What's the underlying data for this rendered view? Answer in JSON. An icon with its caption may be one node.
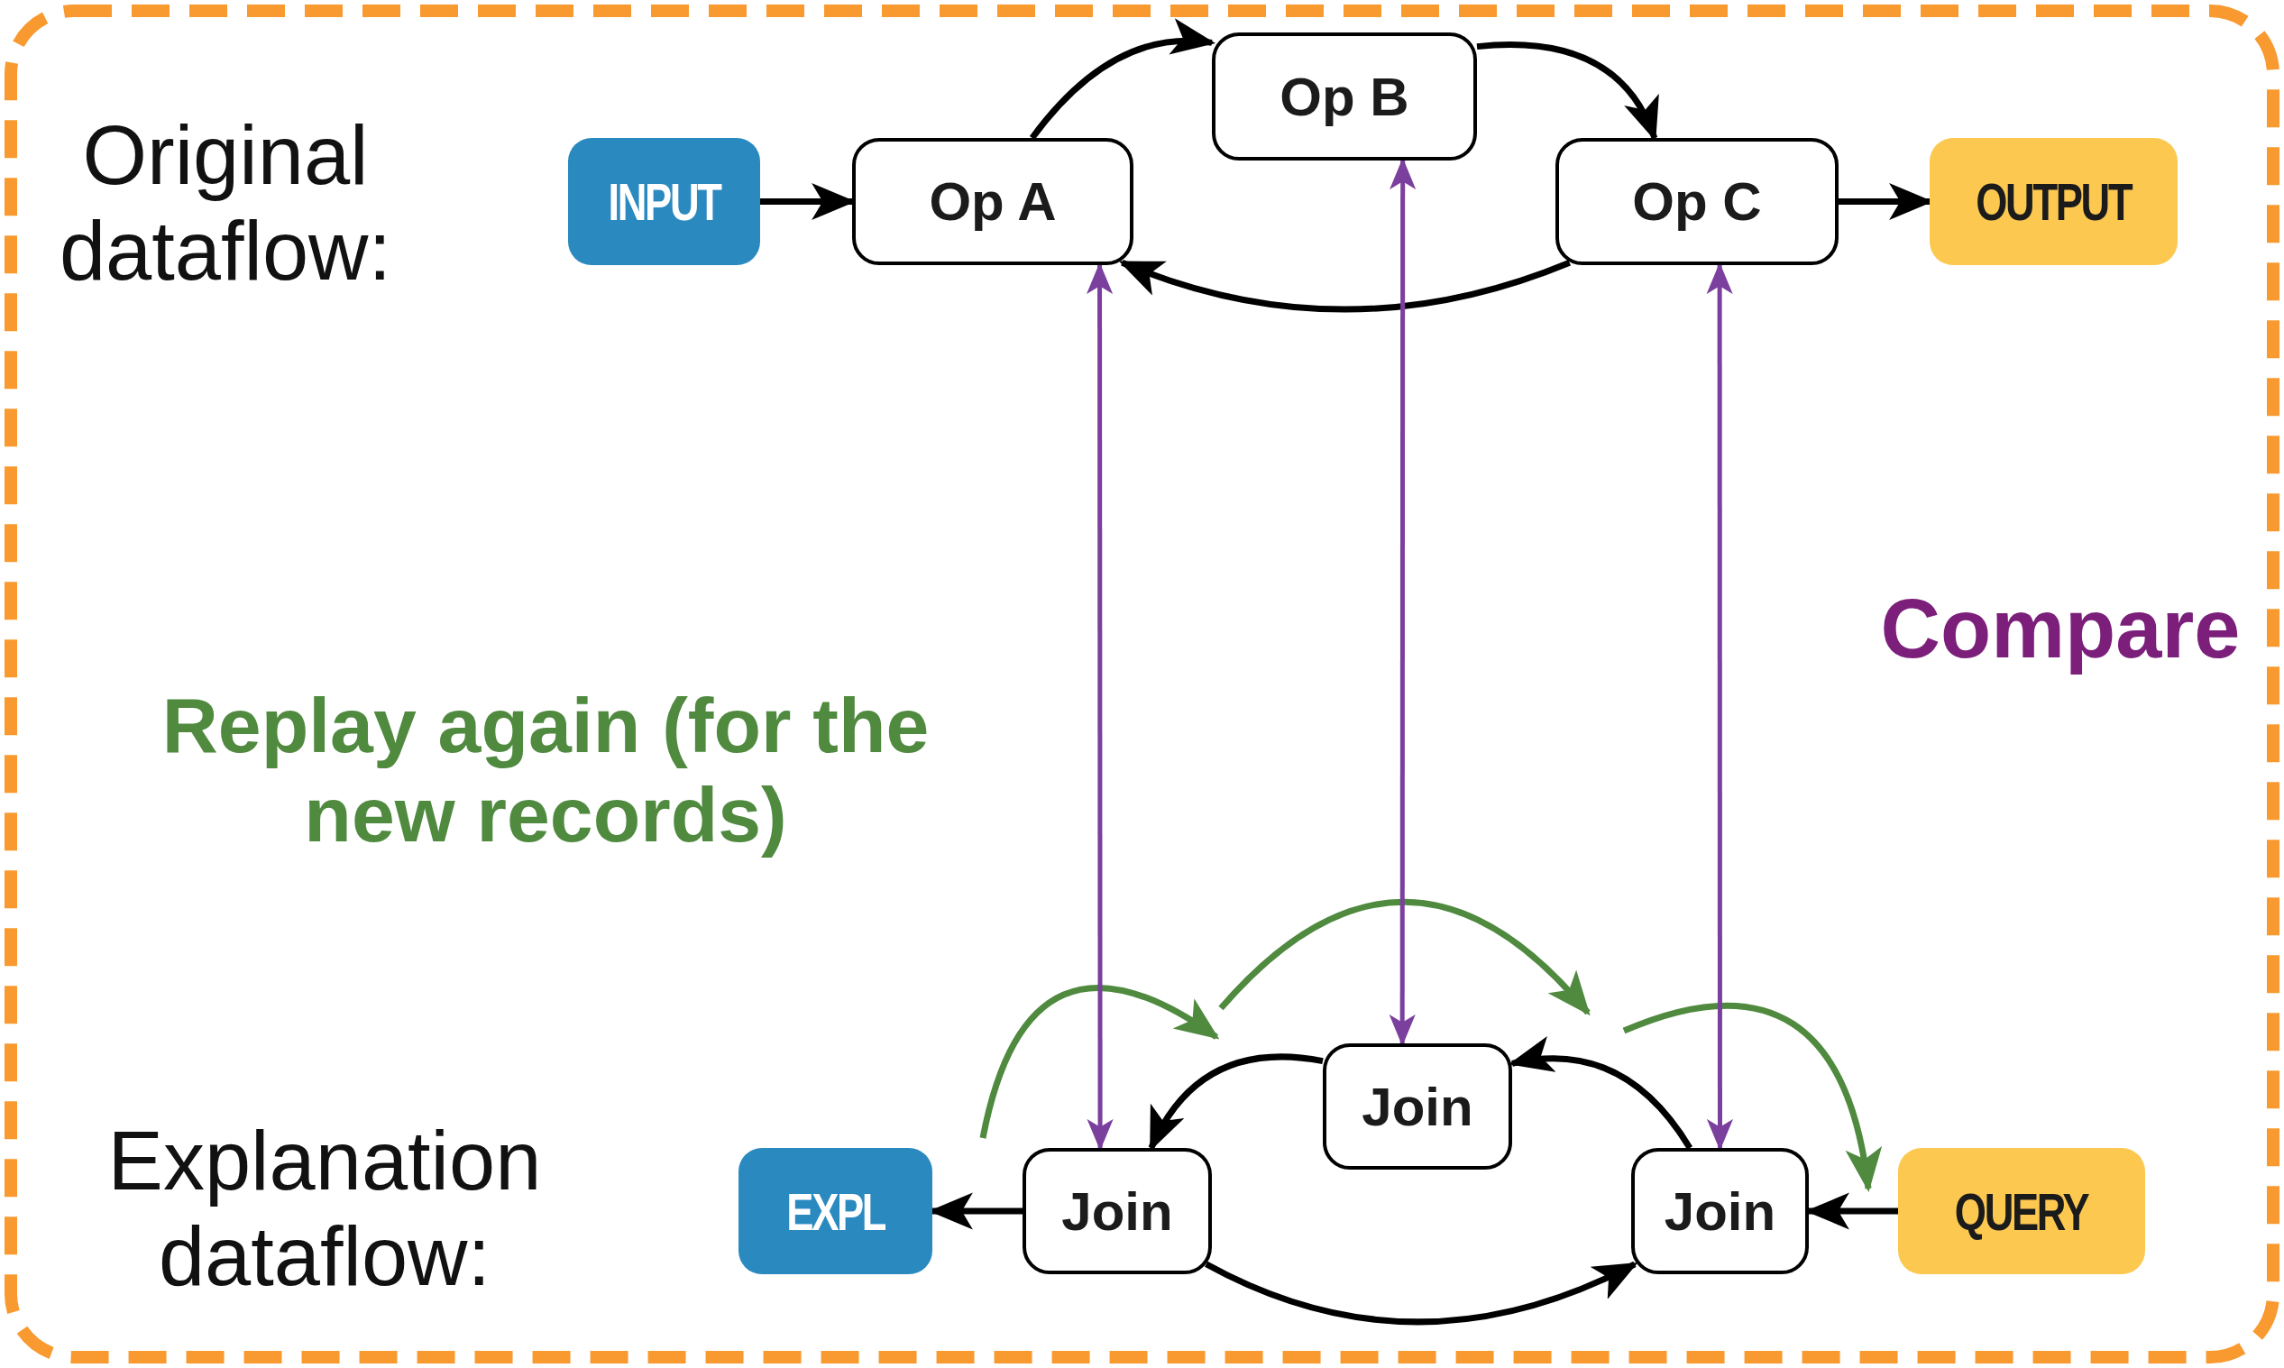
{
  "diagram": {
    "nodes": [
      {
        "text": [
          "INPUT"
        ]
      },
      {
        "text": [
          "Op A"
        ]
      },
      {
        "text": [
          "Op B"
        ]
      },
      {
        "text": [
          "Op C"
        ]
      },
      {
        "text": [
          "OUTPUT"
        ]
      },
      {
        "text": [
          "EXPL"
        ]
      },
      {
        "text": [
          "Join"
        ]
      },
      {
        "text": [
          "Join"
        ]
      },
      {
        "text": [
          "Join"
        ]
      },
      {
        "text": [
          "QUERY"
        ]
      }
    ],
    "edges": [
      {
        "from": 0,
        "to": 1,
        "arrow": "to"
      },
      {
        "from": 1,
        "to": 2,
        "arrow": "to"
      },
      {
        "from": 2,
        "to": 3,
        "arrow": "to"
      },
      {
        "from": 3,
        "to": 1,
        "arrow": "to"
      },
      {
        "from": 3,
        "to": 4,
        "arrow": "to"
      },
      {
        "from": 6,
        "to": 5,
        "arrow": "to"
      },
      {
        "from": 8,
        "to": 7,
        "arrow": "to"
      },
      {
        "from": 7,
        "to": 6,
        "arrow": "to"
      },
      {
        "from": 6,
        "to": 8,
        "arrow": "to"
      },
      {
        "from": 9,
        "to": 8,
        "arrow": "to"
      },
      {
        "from": 1,
        "to": 6,
        "arrow": "both",
        "color": "#7b3f9e"
      },
      {
        "from": 2,
        "to": 7,
        "arrow": "both",
        "color": "#7b3f9e"
      },
      {
        "from": 3,
        "to": 8,
        "arrow": "both",
        "color": "#7b3f9e"
      }
    ],
    "labels": [
      "Original dataflow:",
      "Explanation dataflow:",
      "Replay again (for the new records)",
      "Compare"
    ]
  }
}
